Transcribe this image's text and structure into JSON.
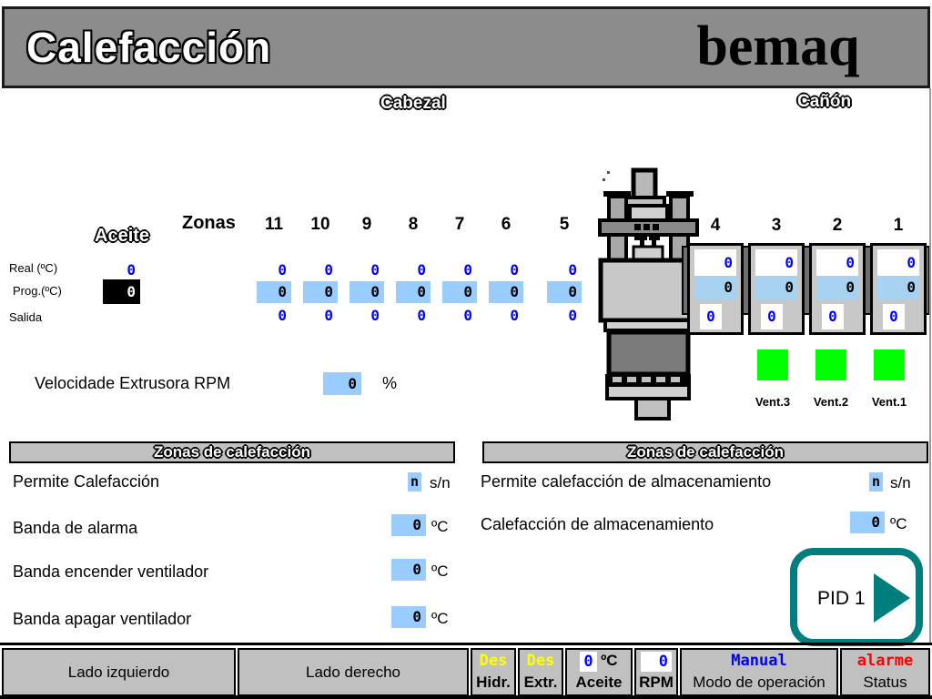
{
  "colors": {
    "header_gray": "#8c8c8c",
    "panel_gray": "#c0c0c0",
    "field_blue": "#99ccff",
    "barrel_blue": "#a8d2f2",
    "value_blue": "#0000ff",
    "vent_green": "#00ff00",
    "pid_teal": "#007d7d",
    "warn_yellow": "#ffff00",
    "alarm_red": "#ff0000"
  },
  "header": {
    "title": "Calefacción",
    "brand": "bemaq"
  },
  "section_labels": {
    "cabezal": "Cabezal",
    "canon": "Cañón",
    "aceite": "Aceite",
    "zonas": "Zonas"
  },
  "row_labels": {
    "real": "Real (ºC)",
    "prog": "Prog.(ºC)",
    "salida": "Salida"
  },
  "aceite_column": {
    "real": "0",
    "prog": "0"
  },
  "head_zones": [
    {
      "id": "11",
      "real": "0",
      "prog": "0",
      "salida": "0"
    },
    {
      "id": "10",
      "real": "0",
      "prog": "0",
      "salida": "0"
    },
    {
      "id": "9",
      "real": "0",
      "prog": "0",
      "salida": "0"
    },
    {
      "id": "8",
      "real": "0",
      "prog": "0",
      "salida": "0"
    },
    {
      "id": "7",
      "real": "0",
      "prog": "0",
      "salida": "0"
    },
    {
      "id": "6",
      "real": "0",
      "prog": "0",
      "salida": "0"
    },
    {
      "id": "5",
      "real": "0",
      "prog": "0",
      "salida": "0"
    }
  ],
  "barrel_zones": [
    {
      "id": "4",
      "real": "0",
      "prog": "0",
      "salida": "0"
    },
    {
      "id": "3",
      "real": "0",
      "prog": "0",
      "salida": "0"
    },
    {
      "id": "2",
      "real": "0",
      "prog": "0",
      "salida": "0"
    },
    {
      "id": "1",
      "real": "0",
      "prog": "0",
      "salida": "0"
    }
  ],
  "vents": [
    {
      "label": "Vent.3"
    },
    {
      "label": "Vent.2"
    },
    {
      "label": "Vent.1"
    }
  ],
  "speed": {
    "label": "Velocidade Extrusora RPM",
    "value": "0",
    "unit": "%"
  },
  "left_panel": {
    "title": "Zonas de calefacción",
    "rows": [
      {
        "label": "Permite Calefacción",
        "value": "n",
        "unit": "s/n"
      },
      {
        "label": "Banda de alarma",
        "value": "0",
        "unit": "ºC"
      },
      {
        "label": "Banda encender ventilador",
        "value": "0",
        "unit": "ºC"
      },
      {
        "label": "Banda apagar ventilador",
        "value": "0",
        "unit": "ºC"
      }
    ]
  },
  "right_panel": {
    "title": "Zonas de calefacción",
    "rows": [
      {
        "label": "Permite calefacción de almacenamiento",
        "value": "n",
        "unit": "s/n"
      },
      {
        "label": "Calefacción de almacenamiento",
        "value": "0",
        "unit": "ºC"
      }
    ]
  },
  "pid_button": {
    "label": "PID 1"
  },
  "statusbar": {
    "lado_izquierdo": "Lado izquierdo",
    "lado_derecho": "Lado derecho",
    "hidr": {
      "value": "Des",
      "label": "Hidr."
    },
    "extr": {
      "value": "Des",
      "label": "Extr."
    },
    "aceite": {
      "value": "0",
      "unit": "ºC",
      "label": "Aceite"
    },
    "rpm": {
      "value": "0",
      "label": "RPM"
    },
    "modo": {
      "value": "Manual",
      "label": "Modo de operación"
    },
    "status": {
      "value": "alarme",
      "label": "Status"
    }
  }
}
